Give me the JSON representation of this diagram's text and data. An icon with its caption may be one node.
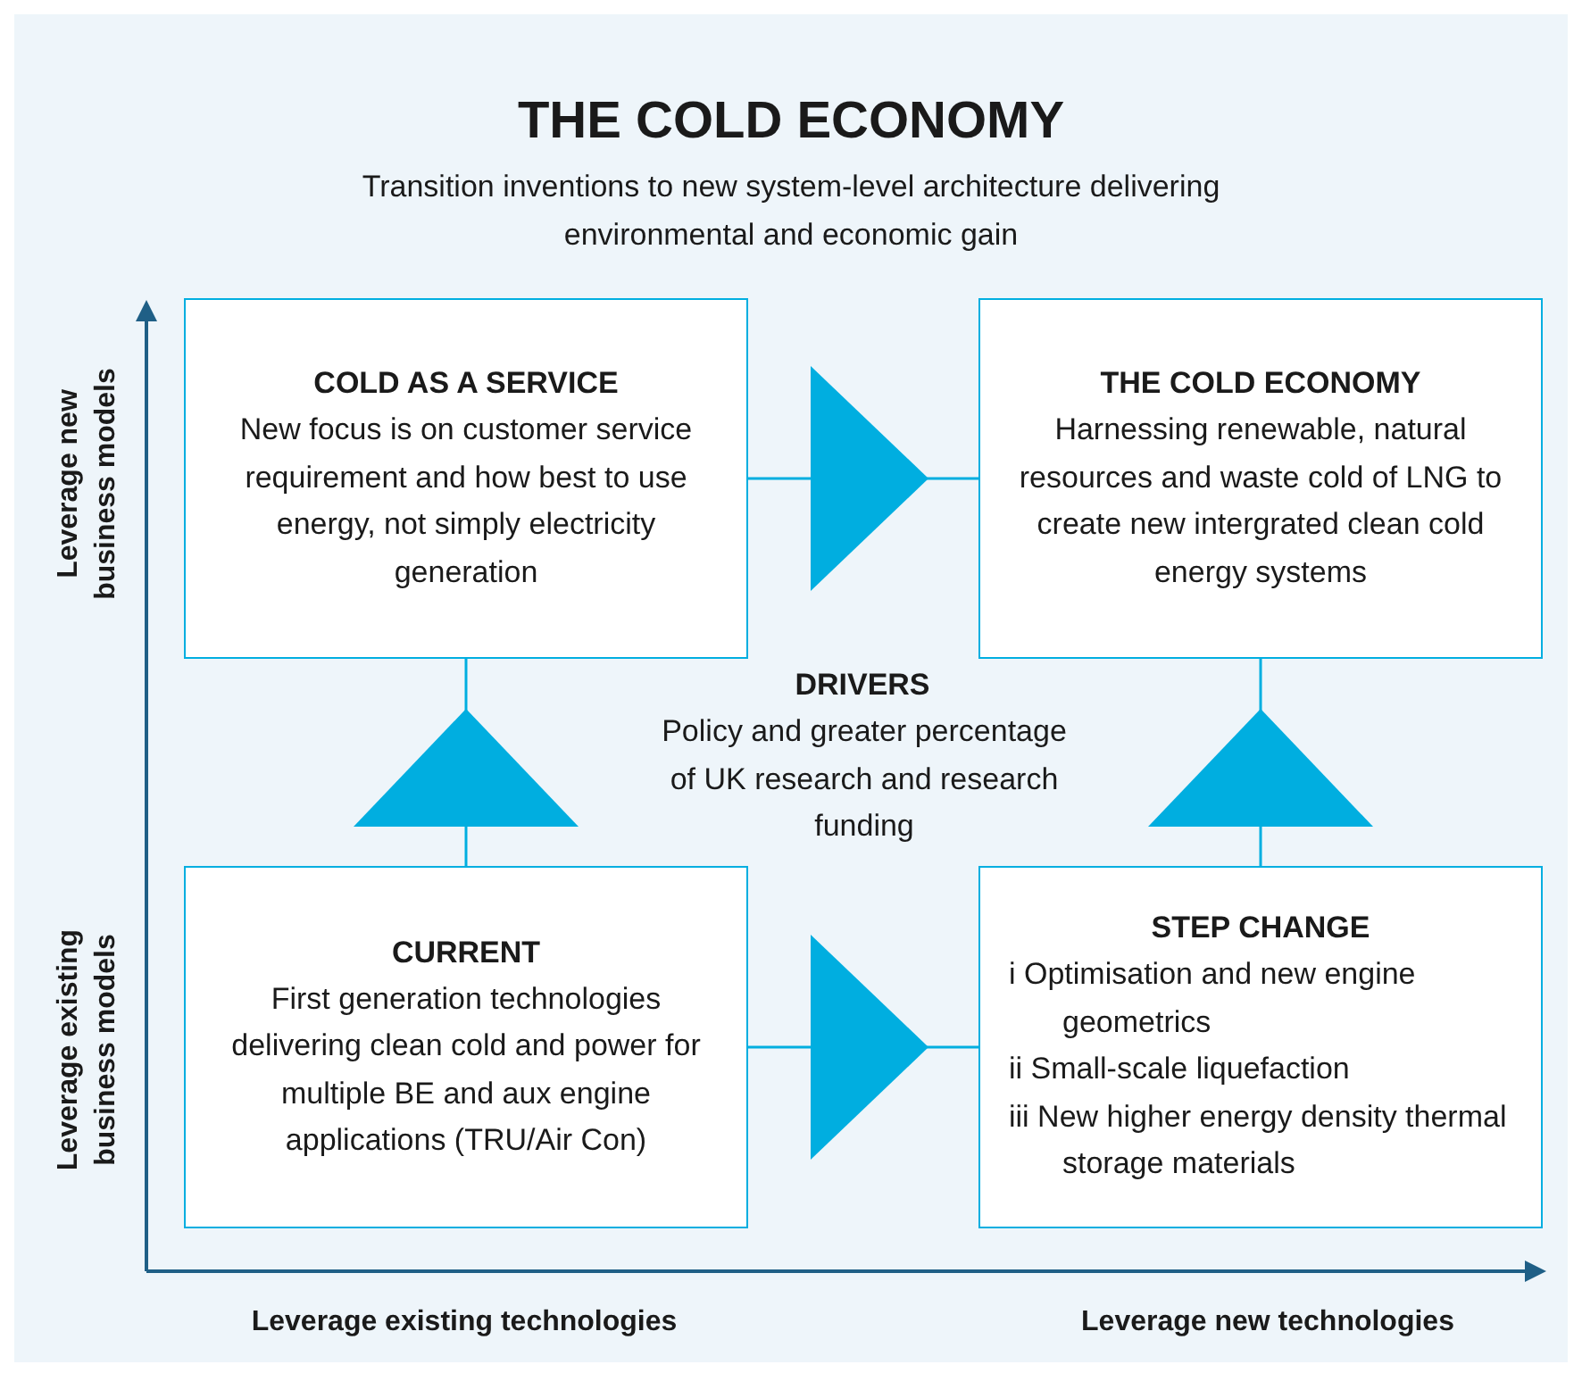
{
  "diagram": {
    "title": "THE COLD ECONOMY",
    "nodes": [
      {
        "text": [
          "COLD AS A SERVICE",
          "New focus is on customer service requirement and how best to use energy, not simply electricity generation"
        ]
      },
      {
        "text": [
          "THE COLD ECONOMY",
          "Harnessing renewable, natural resources and waste cold of LNG to create new intergrated clean cold energy systems"
        ]
      },
      {
        "text": [
          "CURRENT",
          "First generation technologies delivering clean cold and power for multiple BE and aux engine applications (TRU/Air Con)"
        ]
      },
      {
        "text": [
          "STEP CHANGE",
          "i Optimisation and new engine geometrics",
          "ii Small-scale liquefaction",
          "iii New higher energy density thermal storage materials"
        ]
      }
    ],
    "edges": [
      {
        "from": 0,
        "to": 1,
        "arrow": "to"
      },
      {
        "from": 2,
        "to": 0,
        "arrow": "to"
      },
      {
        "from": 3,
        "to": 1,
        "arrow": "to"
      },
      {
        "from": 2,
        "to": 3,
        "arrow": "to"
      }
    ],
    "labels": [
      "Transition inventions to new system-level architecture delivering environmental and economic gain",
      "Leverage new business models",
      "DRIVERS",
      "Policy and greater percentage of UK research and research funding",
      "Leverage existing business models",
      "Leverage existing technologies",
      "Leverage new technologies"
    ]
  }
}
